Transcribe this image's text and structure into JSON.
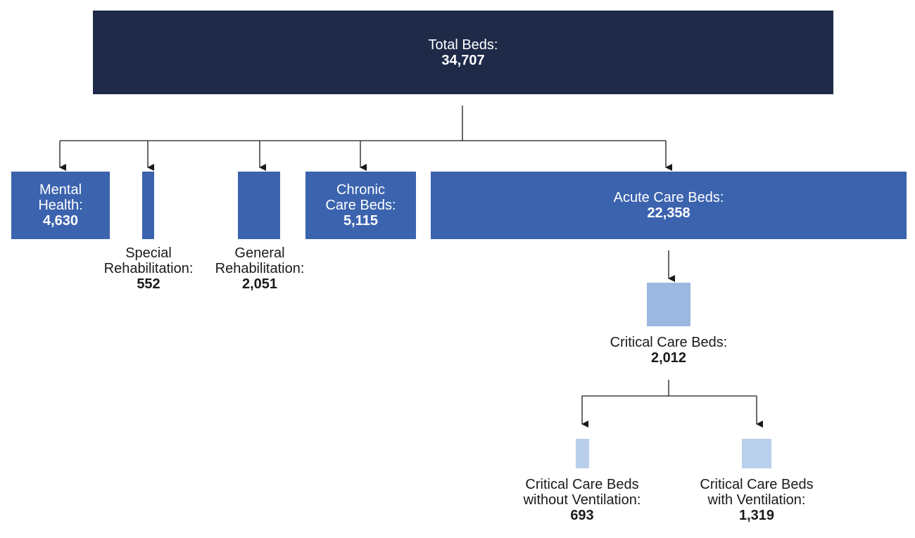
{
  "total": {
    "label": "Total Beds:",
    "value": "34,707"
  },
  "mental_health": {
    "label_line1": "Mental",
    "label_line2": "Health:",
    "value": "4,630"
  },
  "special_rehab": {
    "label_line1": "Special",
    "label_line2": "Rehabilitation:",
    "value": "552"
  },
  "general_rehab": {
    "label_line1": "General",
    "label_line2": "Rehabilitation:",
    "value": "2,051"
  },
  "chronic": {
    "label_line1": "Chronic",
    "label_line2": "Care Beds:",
    "value": "5,115"
  },
  "acute": {
    "label": "Acute Care Beds:",
    "value": "22,358"
  },
  "critical": {
    "label": "Critical Care Beds:",
    "value": "2,012"
  },
  "critical_without_vent": {
    "label_line1": "Critical Care Beds",
    "label_line2": "without Ventilation:",
    "value": "693"
  },
  "critical_with_vent": {
    "label_line1": "Critical Care Beds",
    "label_line2": "with Ventilation:",
    "value": "1,319"
  },
  "colors": {
    "dark": "#1f2a49",
    "mid": "#3b63ae",
    "light": "#9cb8e0",
    "lighter": "#b9cfea"
  }
}
